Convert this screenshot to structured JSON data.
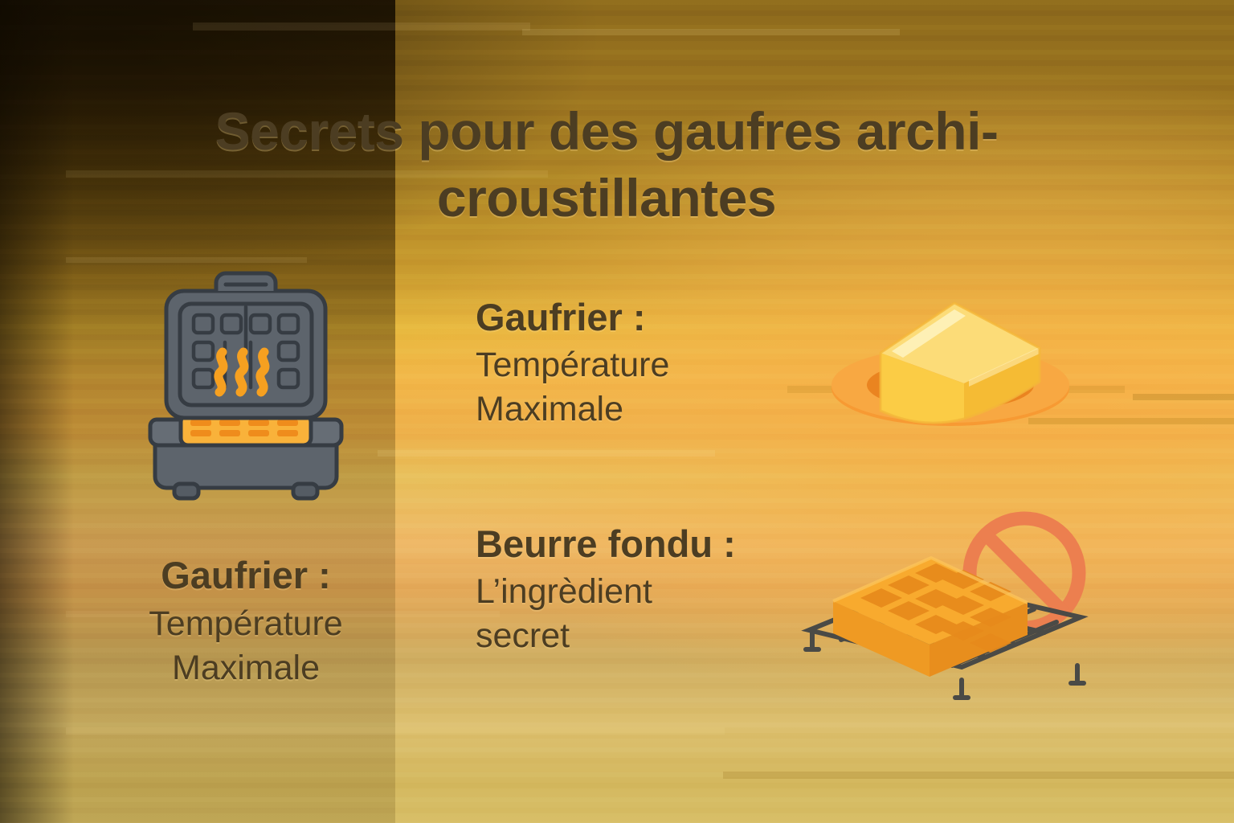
{
  "poster": {
    "title": "Secrets pour des gaufres archi-croustillantes",
    "language": "fr",
    "colors": {
      "background_dark": "#8d6a1c",
      "background_light": "#f2c04f",
      "background_warm_accent": "#f5b04a",
      "text": "#4c3d22",
      "icon_metal": "#5d646c",
      "icon_metal_outline": "#3a4047",
      "icon_orange": "#f6a020",
      "icon_orange_dark": "#e8891a",
      "icon_butter": "#fbd96a",
      "icon_plate_orange": "#f6922b",
      "icon_prohibition": "#ec7f4f",
      "icon_rack": "#4a4a46"
    }
  },
  "left_column": {
    "icon_name": "waffle-iron-icon",
    "caption_bold": "Gaufrier :",
    "caption_regular_line1": "Température",
    "caption_regular_line2": "Maximale"
  },
  "tips": [
    {
      "id": "butter",
      "heading": "Gaufrier :",
      "body_line1": "Température",
      "body_line2": "Maximale",
      "icon_name": "butter-on-plate-icon"
    },
    {
      "id": "waffle",
      "heading": "Beurre fondu :",
      "body_line1": "L’ingrèdient",
      "body_line2": "secret",
      "icon_name": "waffle-on-cooling-rack-no-sign-icon"
    }
  ]
}
